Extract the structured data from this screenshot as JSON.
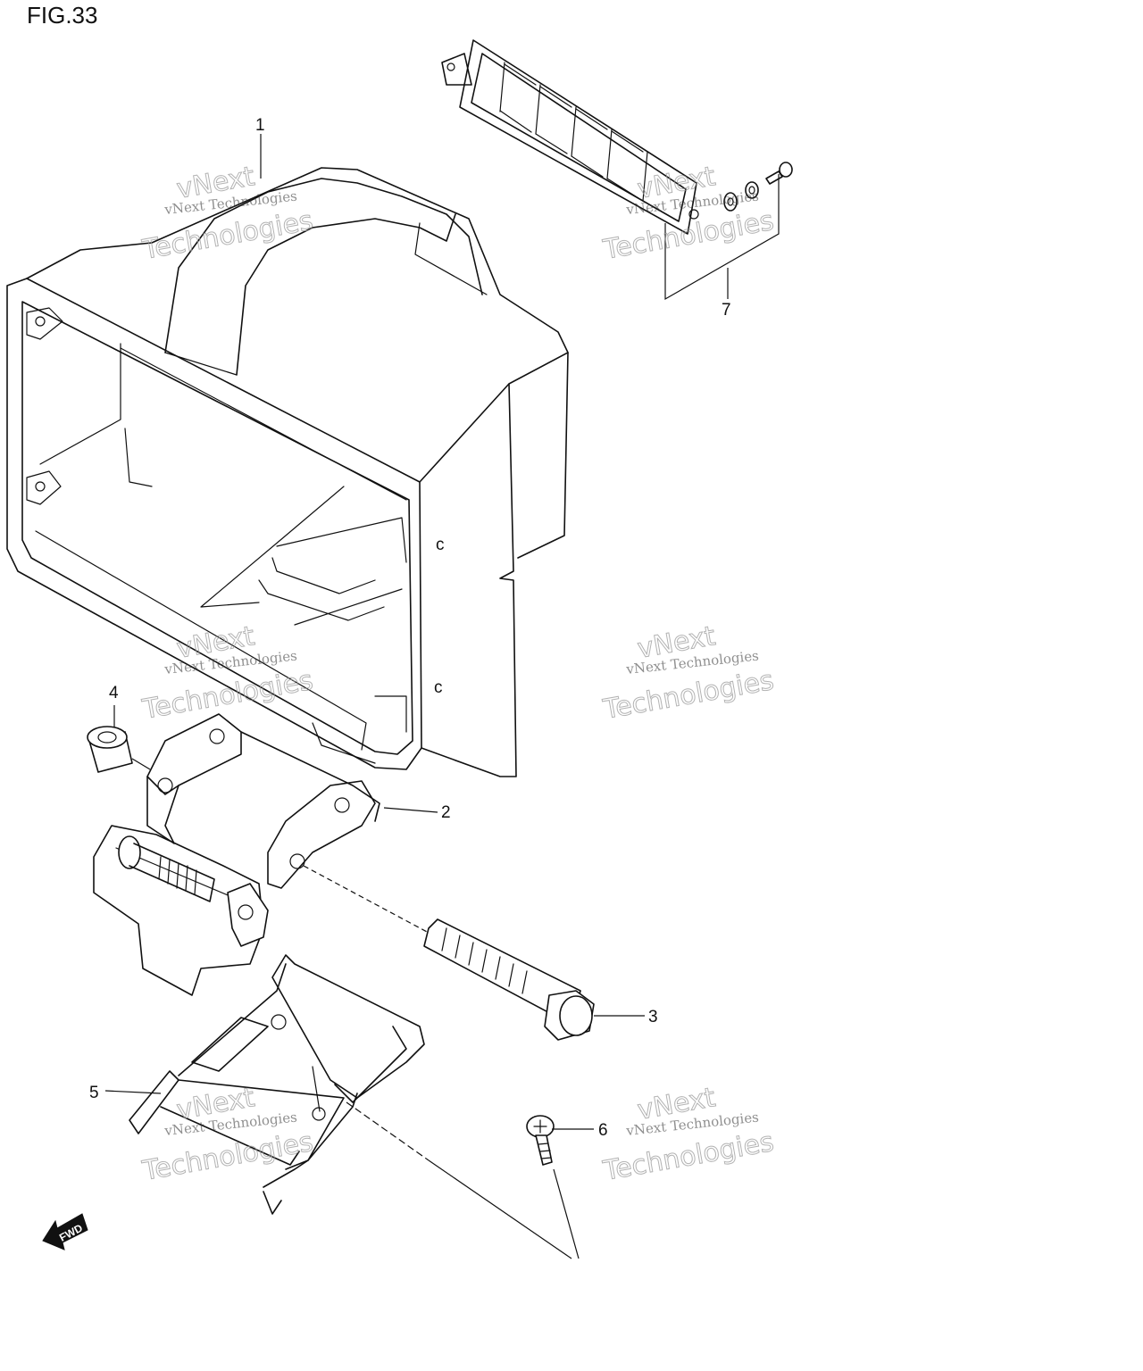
{
  "figure": {
    "title": "FIG.33"
  },
  "callouts": [
    {
      "id": "1",
      "label": "1"
    },
    {
      "id": "2",
      "label": "2"
    },
    {
      "id": "3",
      "label": "3"
    },
    {
      "id": "4",
      "label": "4"
    },
    {
      "id": "5",
      "label": "5"
    },
    {
      "id": "6",
      "label": "6"
    },
    {
      "id": "7",
      "label": "7"
    }
  ],
  "watermark": {
    "small_text": "vNext Technologies",
    "big_line1": "vNext",
    "big_line2": "Technologies"
  },
  "direction_marker": {
    "label": "FWD"
  },
  "colors": {
    "line": "#111111",
    "background": "#ffffff",
    "watermark": "#999999"
  }
}
